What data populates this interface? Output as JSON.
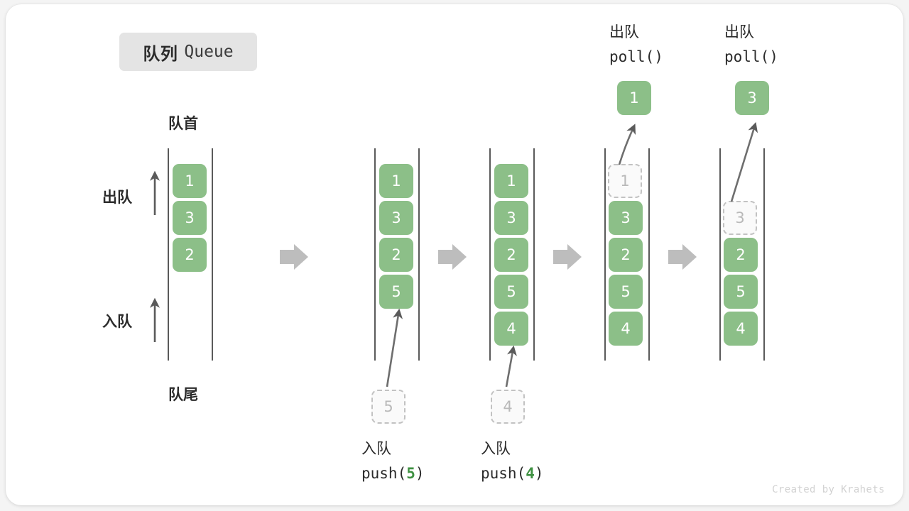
{
  "title": {
    "cn": "队列",
    "en": "Queue"
  },
  "axis_labels": {
    "head": "队首",
    "tail": "队尾",
    "dequeue": "出队",
    "enqueue": "入队"
  },
  "watermark": "Created by Krahets",
  "colors": {
    "cell_green": "#8cbf88",
    "ghost_border": "#c2c2c2",
    "ghost_text": "#b9b9b9",
    "rail": "#5a5a5a",
    "arrow_gray": "#bdbdbd",
    "text": "#2b2b2b",
    "badge_bg": "#e4e4e4",
    "accent_green": "#3f9142"
  },
  "stages": [
    {
      "name": "initial-queue",
      "cells": [
        {
          "value": "1",
          "state": "filled"
        },
        {
          "value": "3",
          "state": "filled"
        },
        {
          "value": "2",
          "state": "filled"
        }
      ]
    },
    {
      "name": "after-push-5",
      "cells": [
        {
          "value": "1",
          "state": "filled"
        },
        {
          "value": "3",
          "state": "filled"
        },
        {
          "value": "2",
          "state": "filled"
        },
        {
          "value": "5",
          "state": "filled"
        }
      ],
      "operation": {
        "cn": "入队",
        "call_prefix": "push(",
        "arg": "5",
        "call_suffix": ")",
        "ghost_value": "5"
      }
    },
    {
      "name": "after-push-4",
      "cells": [
        {
          "value": "1",
          "state": "filled"
        },
        {
          "value": "3",
          "state": "filled"
        },
        {
          "value": "2",
          "state": "filled"
        },
        {
          "value": "5",
          "state": "filled"
        },
        {
          "value": "4",
          "state": "filled"
        }
      ],
      "operation": {
        "cn": "入队",
        "call_prefix": "push(",
        "arg": "4",
        "call_suffix": ")",
        "ghost_value": "4"
      }
    },
    {
      "name": "after-poll-1",
      "cells": [
        {
          "value": "1",
          "state": "ghost"
        },
        {
          "value": "3",
          "state": "filled"
        },
        {
          "value": "2",
          "state": "filled"
        },
        {
          "value": "5",
          "state": "filled"
        },
        {
          "value": "4",
          "state": "filled"
        }
      ],
      "operation": {
        "cn": "出队",
        "call_prefix": "poll(",
        "arg": "",
        "call_suffix": ")",
        "popped_value": "1"
      }
    },
    {
      "name": "after-poll-3",
      "cells": [
        {
          "value": "",
          "state": "empty"
        },
        {
          "value": "3",
          "state": "ghost"
        },
        {
          "value": "2",
          "state": "filled"
        },
        {
          "value": "5",
          "state": "filled"
        },
        {
          "value": "4",
          "state": "filled"
        }
      ],
      "operation": {
        "cn": "出队",
        "call_prefix": "poll(",
        "arg": "",
        "call_suffix": ")",
        "popped_value": "3"
      }
    }
  ]
}
